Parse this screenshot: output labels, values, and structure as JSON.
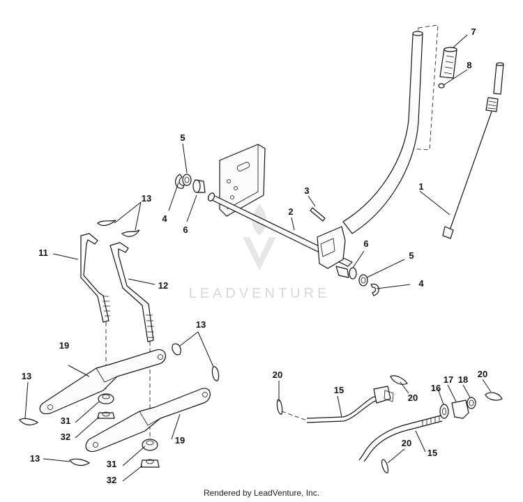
{
  "watermark": {
    "brand": "LEADVENTURE"
  },
  "footer": {
    "credit": "Rendered by LeadVenture, Inc."
  },
  "callouts": {
    "c1": "1",
    "c2": "2",
    "c3": "3",
    "c4a": "4",
    "c4b": "4",
    "c5a": "5",
    "c5b": "5",
    "c6a": "6",
    "c6b": "6",
    "c7": "7",
    "c8": "8",
    "c11": "11",
    "c12": "12",
    "c13a": "13",
    "c13b": "13",
    "c13c": "13",
    "c13d": "13",
    "c15a": "15",
    "c15b": "15",
    "c16": "16",
    "c17": "17",
    "c18": "18",
    "c19a": "19",
    "c19b": "19",
    "c20a": "20",
    "c20b": "20",
    "c20c": "20",
    "c20d": "20",
    "c31a": "31",
    "c31b": "31",
    "c32a": "32",
    "c32b": "32"
  }
}
